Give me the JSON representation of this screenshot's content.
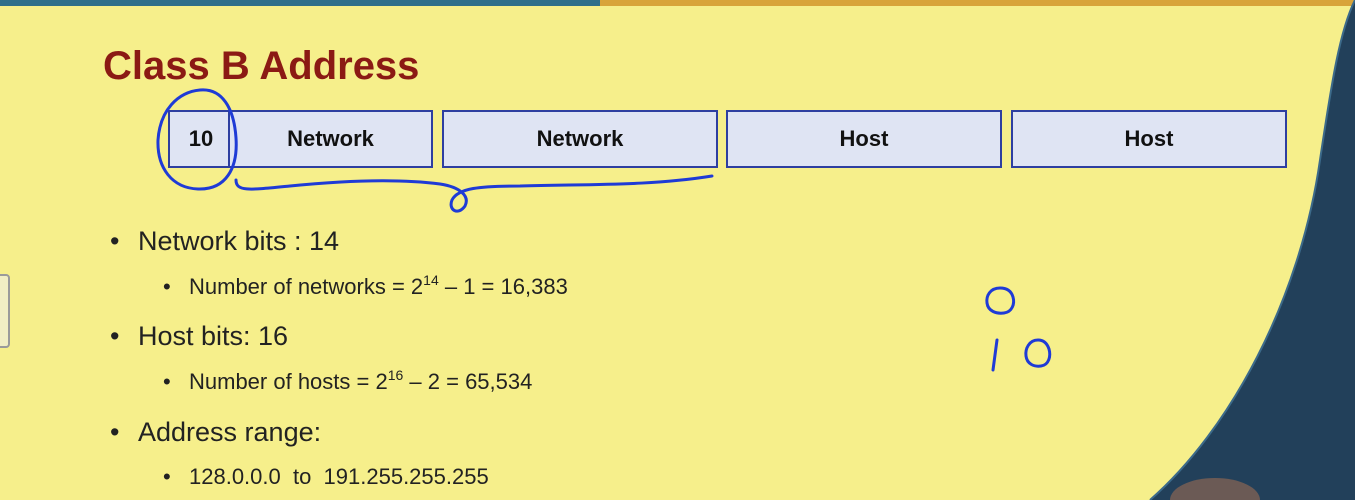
{
  "slide": {
    "title": "Class B Address",
    "cells": [
      {
        "label": "10"
      },
      {
        "label": "Network"
      },
      {
        "label": "Network"
      },
      {
        "label": "Host"
      },
      {
        "label": "Host"
      }
    ],
    "bullets": [
      {
        "text": "Network bits : 14"
      },
      {
        "pre": "Number of networks = 2",
        "sup": "14",
        "post": " – 1 = 16,383"
      },
      {
        "text": "Host bits: 16"
      },
      {
        "pre": "Number of hosts = 2",
        "sup": "16",
        "post": " – 2 = 65,534"
      },
      {
        "text": "Address range:"
      },
      {
        "text": "128.0.0.0  to  191.255.255.255"
      }
    ]
  },
  "colors": {
    "slide_background": "#f6ef8b",
    "title": "#8b1a14",
    "cell_border": "#2e3fa0",
    "cell_fill": "#dfe4f3",
    "annotation_ink": "#1f3bd6"
  }
}
